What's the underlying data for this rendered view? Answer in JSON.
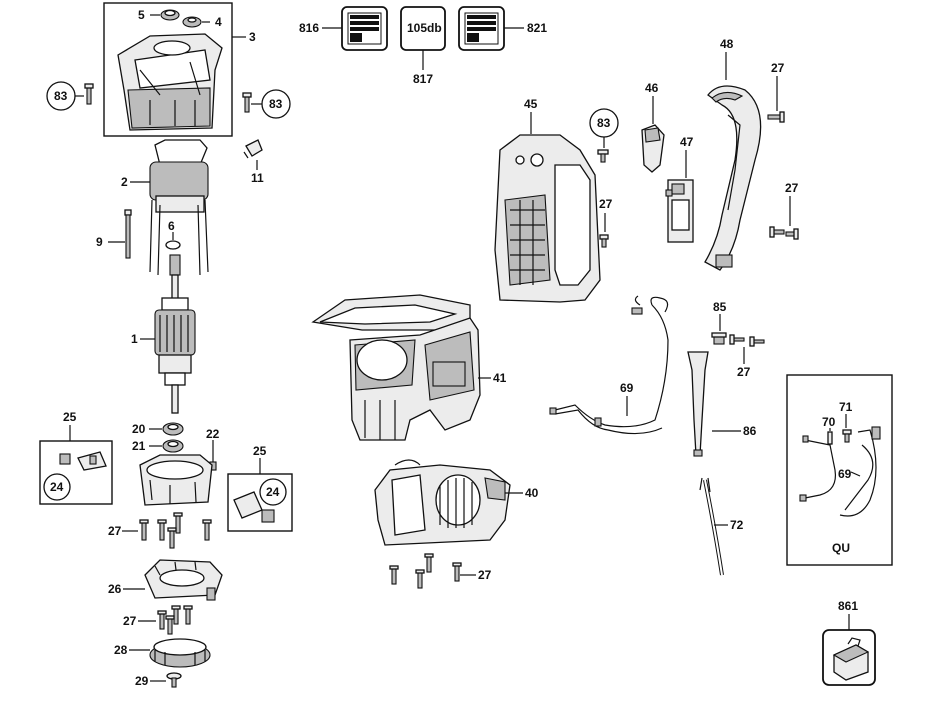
{
  "title": "",
  "labels": {
    "p1": "1",
    "p2": "2",
    "p3": "3",
    "p4": "4",
    "p5": "5",
    "p6": "6",
    "p9": "9",
    "p11": "11",
    "p20": "20",
    "p21": "21",
    "p22": "22",
    "p25a": "25",
    "p25b": "25",
    "p24a": "24",
    "p24b": "24",
    "p26": "26",
    "p27a": "27",
    "p27b": "27",
    "p27c": "27",
    "p27d": "27",
    "p27e": "27",
    "p27f": "27",
    "p27g": "27",
    "p28": "28",
    "p29": "29",
    "p40": "40",
    "p41": "41",
    "p45": "45",
    "p46": "46",
    "p47": "47",
    "p48": "48",
    "p69a": "69",
    "p69b": "69",
    "p70": "70",
    "p71": "71",
    "p72": "72",
    "p83a": "83",
    "p83b": "83",
    "p83c": "83",
    "p85": "85",
    "p86": "86",
    "p816": "816",
    "p817": "817",
    "p821": "821",
    "p861": "861",
    "qu": "QU",
    "db": "105db"
  }
}
